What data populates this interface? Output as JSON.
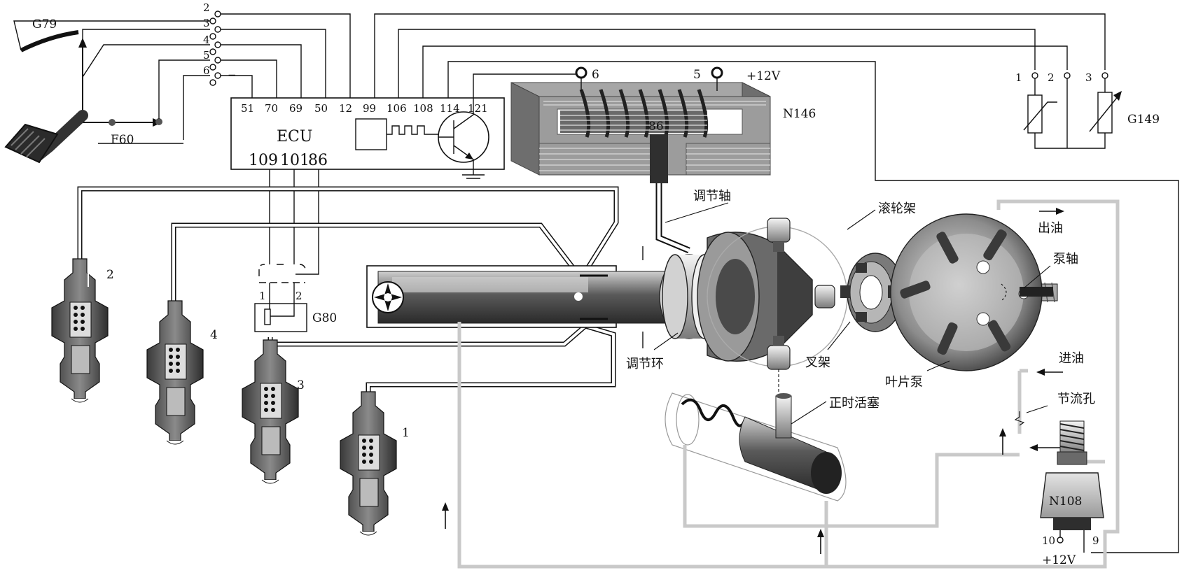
{
  "pedal": {
    "sensor_label": "G79",
    "switch_label": "F60",
    "terminals": [
      "2",
      "3",
      "4",
      "5",
      "6"
    ],
    "minus_sign": "−"
  },
  "ecu": {
    "label": "ECU",
    "top_pins": [
      "51",
      "70",
      "69",
      "50",
      "12",
      "99",
      "106",
      "108",
      "114",
      "121"
    ],
    "bottom_pins": [
      "109",
      "101",
      "86"
    ]
  },
  "actuator": {
    "label": "N146",
    "terminal_a": "6",
    "terminal_b": "5",
    "supply": "+12V",
    "terminal_86": "86"
  },
  "g149": {
    "label": "G149",
    "terminals": [
      "1",
      "2",
      "3"
    ]
  },
  "g80": {
    "label": "G80",
    "terminals": [
      "1",
      "2"
    ]
  },
  "injectors": {
    "numbers": [
      "2",
      "4",
      "3",
      "1"
    ]
  },
  "n108": {
    "label": "N108",
    "terminal_10": "10",
    "terminal_9": "9",
    "supply": "+12V"
  },
  "parts": {
    "control_shaft": "调节轴",
    "roller_frame": "滚轮架",
    "oil_out": "出油",
    "pump_shaft": "泵轴",
    "control_ring": "调节环",
    "fork": "叉架",
    "oil_in": "进油",
    "vane_pump": "叶片泵",
    "throttle_hole": "节流孔",
    "timing_piston": "正时活塞"
  }
}
